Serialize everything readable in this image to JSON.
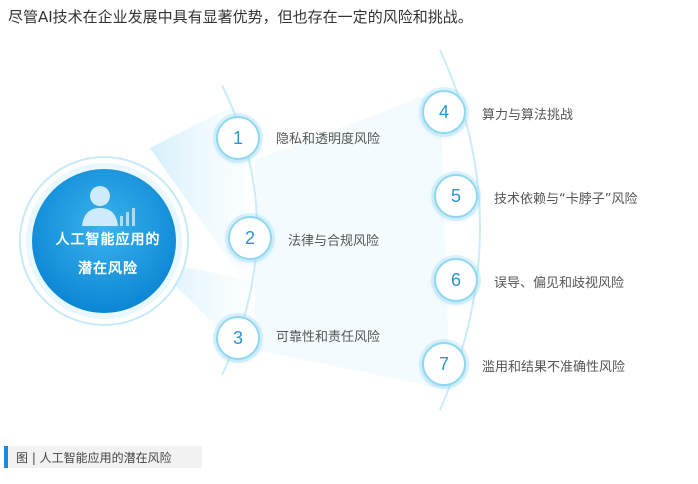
{
  "intro_text": "尽管AI技术在企业发展中具有显著优势，但也存在一定的风险和挑战。",
  "hub": {
    "line1": "人工智能应用的",
    "line2": "潜在风险"
  },
  "nodes": [
    {
      "number": "1",
      "label": "隐私和透明度风险"
    },
    {
      "number": "2",
      "label": "法律与合规风险"
    },
    {
      "number": "3",
      "label": "可靠性和责任风险"
    },
    {
      "number": "4",
      "label": "算力与算法挑战"
    },
    {
      "number": "5",
      "label": "技术依赖与“卡脖子”风险"
    },
    {
      "number": "6",
      "label": "误导、偏见和歧视风险"
    },
    {
      "number": "7",
      "label": "滥用和结果不准确性风险"
    }
  ],
  "caption": "图 | 人工智能应用的潜在风险",
  "colors": {
    "hub_blue": "#1a9be0",
    "node_border": "#8fd8f0",
    "number": "#2c95cf",
    "accent": "#1a8ad4"
  }
}
